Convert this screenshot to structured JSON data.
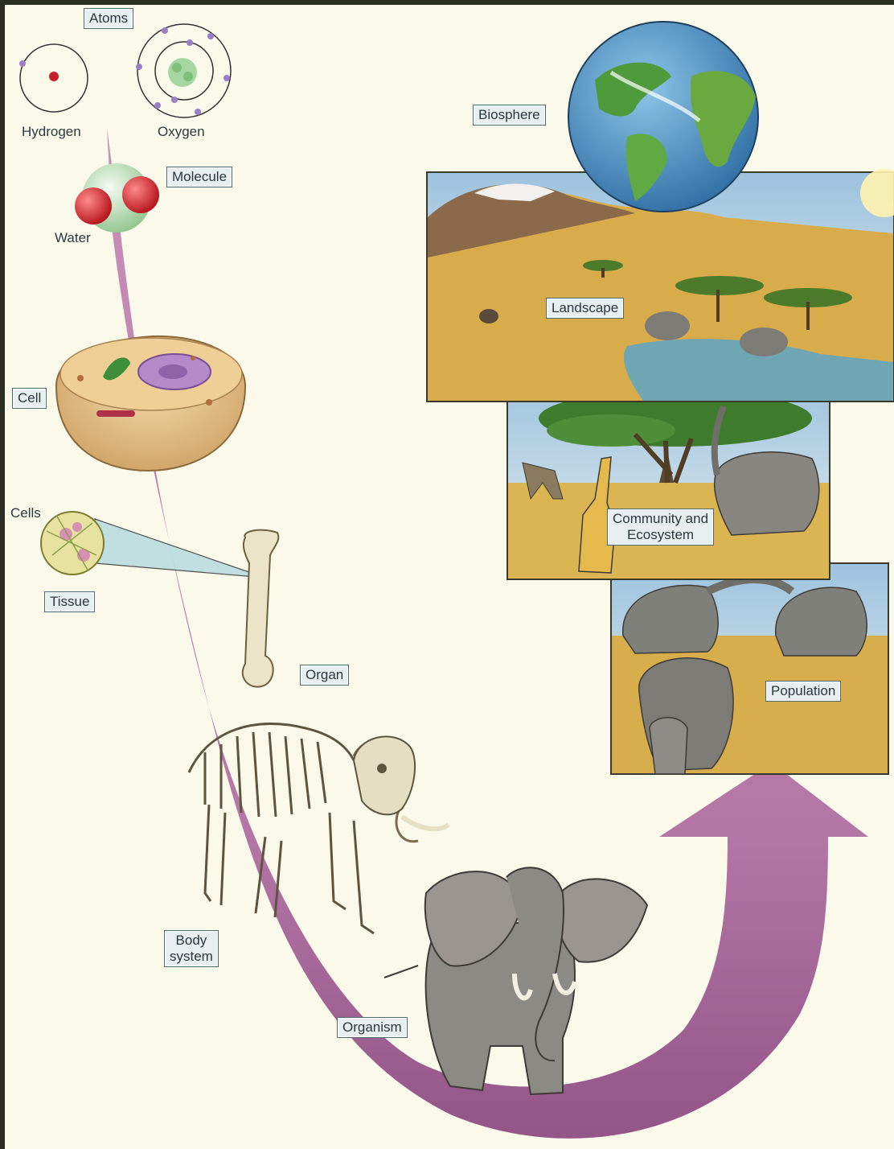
{
  "labels": {
    "atoms": "Atoms",
    "hydrogen": "Hydrogen",
    "oxygen": "Oxygen",
    "molecule": "Molecule",
    "water": "Water",
    "cell": "Cell",
    "cells": "Cells",
    "tissue": "Tissue",
    "organ": "Organ",
    "body_system": [
      "Body",
      "system"
    ],
    "organism": "Organism",
    "population": "Population",
    "community": [
      "Community and",
      "Ecosystem"
    ],
    "landscape": "Landscape",
    "biosphere": "Biosphere"
  },
  "colors": {
    "background": "#fbf9ea",
    "outer_border": "#2b2f22",
    "arrow": "#b87aa9",
    "label_fill": "#e8eff0",
    "label_border": "#4f6b72",
    "savanna_ground": "#d9b04a",
    "sky": "#b9d4e6",
    "elephant": "#8a8a86"
  }
}
